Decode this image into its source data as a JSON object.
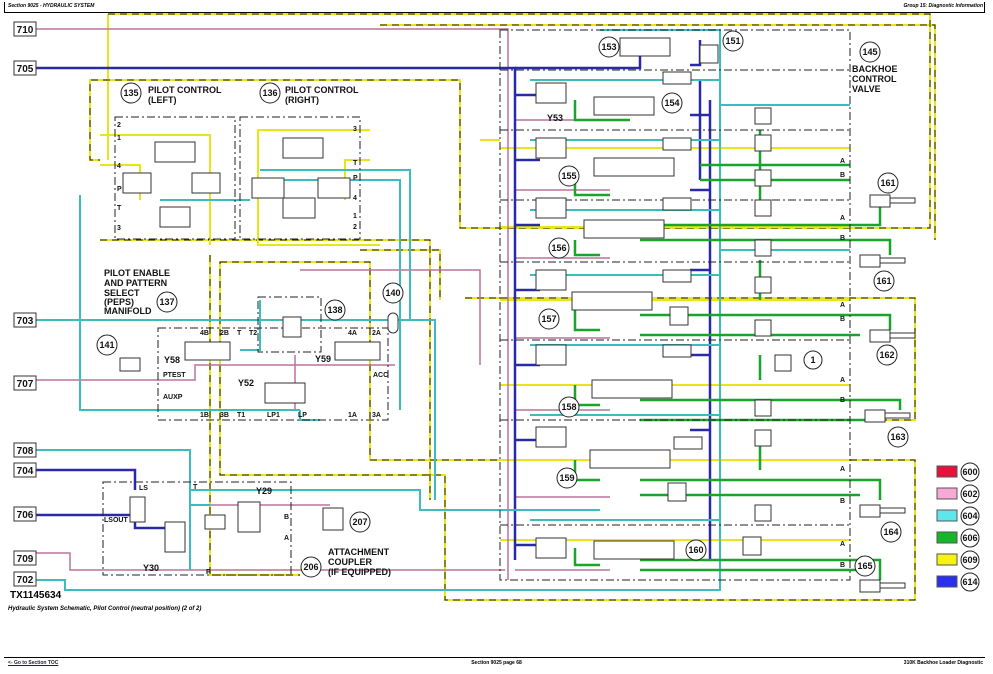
{
  "header": {
    "left": "Section 9025 - HYDRAULIC SYSTEM",
    "right": "Group 15: Diagnostic Information"
  },
  "figure_id": "TX1145634",
  "caption": "Hydraulic System Schematic, Pilot Control (neutral position) (2 of 2)",
  "footer": {
    "link": "<- Go to Section TOC",
    "center": "Section 9025 page 68",
    "right": "310K Backhoe Loader Diagnostic"
  },
  "line_refs": [
    "710",
    "705",
    "703",
    "707",
    "708",
    "704",
    "706",
    "709",
    "702"
  ],
  "components": {
    "pilot_left": {
      "num": "135",
      "title1": "PILOT CONTROL",
      "title2": "(LEFT)"
    },
    "pilot_right": {
      "num": "136",
      "title1": "PILOT CONTROL",
      "title2": "(RIGHT)"
    },
    "peps": {
      "num": "137",
      "title": [
        "PILOT ENABLE",
        "AND PATTERN",
        "SELECT",
        "(PEPS)",
        "MANIFOLD"
      ]
    },
    "c138": "138",
    "c140": "140",
    "c141": "141",
    "backhoe": {
      "num": "145",
      "title": [
        "BACKHOE",
        "CONTROL",
        "VALVE"
      ]
    },
    "c151": "151",
    "c153": "153",
    "c154": "154",
    "c155": "155",
    "c156": "156",
    "c157": "157",
    "c158": "158",
    "c159": "159",
    "c160": "160",
    "c161a": "161",
    "c161b": "161",
    "c162": "162",
    "c163": "163",
    "c164": "164",
    "c165": "165",
    "c1": "1",
    "attachment": {
      "num": "206",
      "title": [
        "ATTACHMENT",
        "COUPLER",
        "(IF EQUIPPED)"
      ]
    },
    "c207": "207"
  },
  "solenoids": {
    "y58": "Y58",
    "y59": "Y59",
    "y52": "Y52",
    "y53": "Y53",
    "y29": "Y29",
    "y30": "Y30"
  },
  "ports": {
    "left_pilot": [
      "2",
      "1",
      "4",
      "P",
      "T",
      "3"
    ],
    "right_pilot": [
      "3",
      "T",
      "P",
      "4",
      "1",
      "2"
    ],
    "peps_top": [
      "4B",
      "2B",
      "T",
      "T2",
      "4A",
      "2A"
    ],
    "peps_bottom": [
      "1B",
      "3B",
      "T1",
      "LP1",
      "LP",
      "1A",
      "3A"
    ],
    "peps_side": [
      "PTEST",
      "AUXP",
      "ACC"
    ],
    "coupler": [
      "LS",
      "LSOUT",
      "T",
      "B",
      "A",
      "P"
    ],
    "workports": [
      "A",
      "B"
    ]
  },
  "legend": [
    {
      "code": "600",
      "color": "#e8103c"
    },
    {
      "code": "602",
      "color": "#f7a9d6"
    },
    {
      "code": "604",
      "color": "#5ee6ea"
    },
    {
      "code": "606",
      "color": "#16b52a"
    },
    {
      "code": "609",
      "color": "#f7f211"
    },
    {
      "code": "614",
      "color": "#2b2ff0"
    }
  ],
  "colors": {
    "pink": "#b8739c",
    "cyan": "#3cbcbc",
    "green": "#1aa52a",
    "yellow": "#f3ef2a",
    "blue": "#2a2aa8",
    "dash": "#333333"
  }
}
